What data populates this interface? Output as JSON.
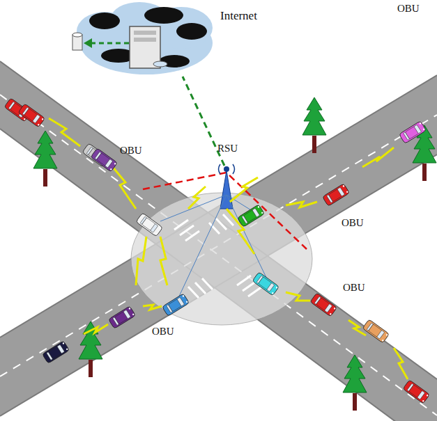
{
  "diagram": {
    "labels": [
      "Internet",
      "OBU",
      "OBU",
      "RSU",
      "OBU",
      "OBU",
      "OBU"
    ]
  }
}
